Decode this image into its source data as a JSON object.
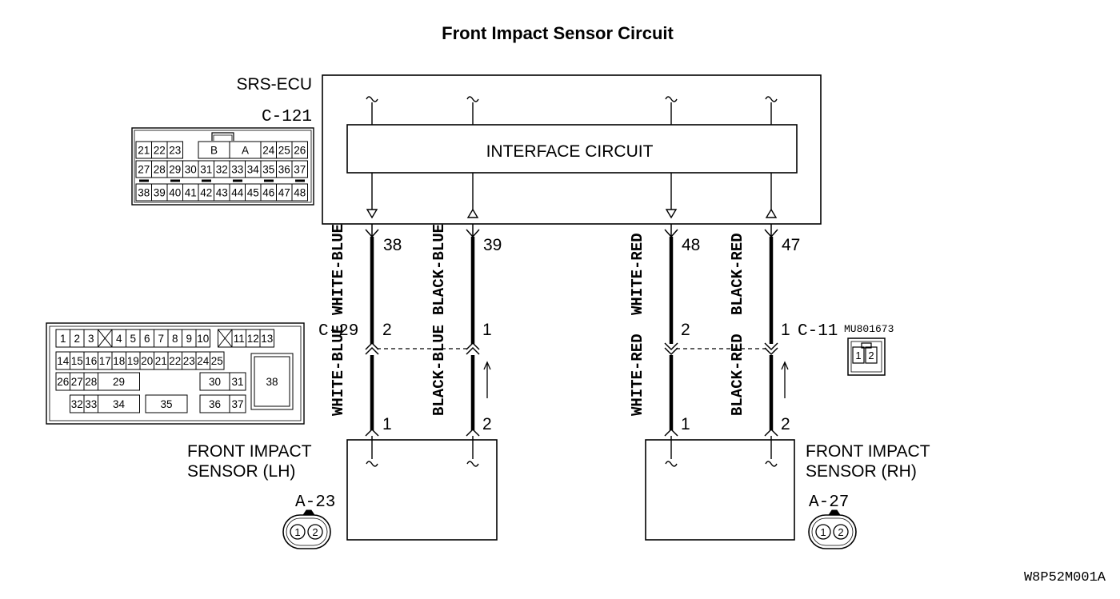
{
  "title": "Front Impact Sensor Circuit",
  "ecu": {
    "name": "SRS-ECU",
    "connector": "C-121",
    "interface_label": "INTERFACE CIRCUIT",
    "connector_face": {
      "top_row": [
        "21",
        "22",
        "23",
        "B",
        "A",
        "24",
        "25",
        "26"
      ],
      "mid_row": [
        "27",
        "28",
        "29",
        "30",
        "31",
        "32",
        "33",
        "34",
        "35",
        "36",
        "37"
      ],
      "bot_row": [
        "38",
        "39",
        "40",
        "41",
        "42",
        "43",
        "44",
        "45",
        "46",
        "47",
        "48"
      ]
    }
  },
  "wires": [
    {
      "ecu_pin": "38",
      "upper_color": "WHITE-BLUE",
      "mid_pin": "2",
      "lower_color": "WHITE-BLUE",
      "sensor_pin": "1"
    },
    {
      "ecu_pin": "39",
      "upper_color": "BLACK-BLUE",
      "mid_pin": "1",
      "lower_color": "BLACK-BLUE",
      "sensor_pin": "2"
    },
    {
      "ecu_pin": "48",
      "upper_color": "WHITE-RED",
      "mid_pin": "2",
      "lower_color": "WHITE-RED",
      "sensor_pin": "1"
    },
    {
      "ecu_pin": "47",
      "upper_color": "BLACK-RED",
      "mid_pin": "1",
      "lower_color": "BLACK-RED",
      "sensor_pin": "2"
    }
  ],
  "connectors": {
    "c29": {
      "label": "C-29",
      "face": {
        "row1": [
          "1",
          "2",
          "3",
          "4",
          "5",
          "6",
          "7",
          "8",
          "9",
          "10",
          "11",
          "12",
          "13"
        ],
        "row2": [
          "14",
          "15",
          "16",
          "17",
          "18",
          "19",
          "20",
          "21",
          "22",
          "23",
          "24",
          "25"
        ],
        "row3": [
          "26",
          "27",
          "28",
          "29",
          "30",
          "31"
        ],
        "row4": [
          "32",
          "33",
          "34",
          "35",
          "36",
          "37"
        ],
        "big": "38"
      }
    },
    "c11": {
      "label": "C-11",
      "part_no": "MU801673",
      "pins": [
        "1",
        "2"
      ]
    }
  },
  "sensors": {
    "lh": {
      "label_line1": "FRONT IMPACT",
      "label_line2": "SENSOR (LH)",
      "connector": "A-23",
      "pins": [
        "1",
        "2"
      ]
    },
    "rh": {
      "label_line1": "FRONT IMPACT",
      "label_line2": "SENSOR (RH)",
      "connector": "A-27",
      "pins": [
        "1",
        "2"
      ]
    }
  },
  "diagram_code": "W8P52M001A"
}
